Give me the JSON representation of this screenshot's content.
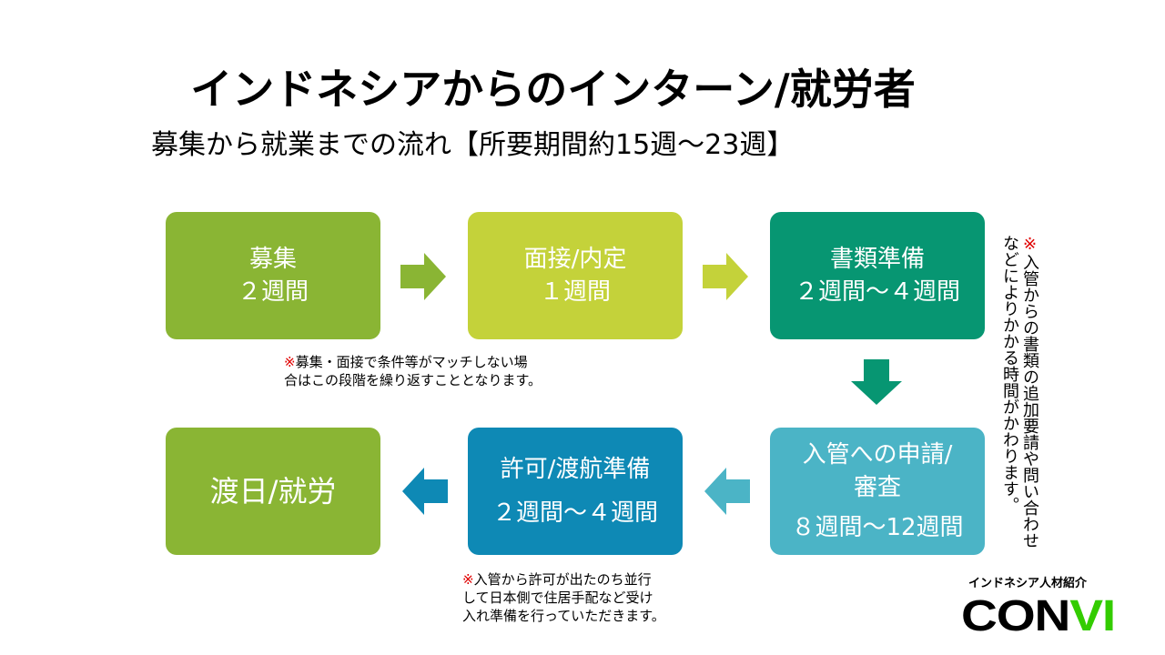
{
  "title": "インドネシアからのインターン/就労者",
  "subtitle": "募集から就業までの流れ【所要期間約15週～23週】",
  "steps": [
    {
      "name": "募集",
      "duration": "２週間",
      "color": "#8ab534"
    },
    {
      "name": "面接/内定",
      "duration": "１週間",
      "color": "#c4d23a"
    },
    {
      "name": "書類準備",
      "duration": "２週間～４週間",
      "color": "#079672"
    },
    {
      "name": "入管への申請/",
      "name2": "審査",
      "duration": "８週間～12週間",
      "color": "#4bb4c6"
    },
    {
      "name": "許可/渡航準備",
      "duration": "２週間～４週間",
      "color": "#0e89b5"
    },
    {
      "name": "渡日/就労",
      "color": "#8ab534"
    }
  ],
  "notes": {
    "mark": "※",
    "note1_l1": "募集・面接で条件等がマッチしない場",
    "note1_l2": "合はこの段階を繰り返すこととなります。",
    "note2_l1": "入管から許可が出たのち並行",
    "note2_l2": "して日本側で住居手配など受け",
    "note2_l3": "入れ準備を行っていただきます。",
    "note3_l1": "入管からの書類の追加要請や問い合わせ",
    "note3_l2": "などによりかかる時間がかわります。"
  },
  "logo": {
    "tagline": "インドネシア人材紹介",
    "text_a": "CON",
    "text_b": "VI",
    "accent": "#33cc00"
  }
}
